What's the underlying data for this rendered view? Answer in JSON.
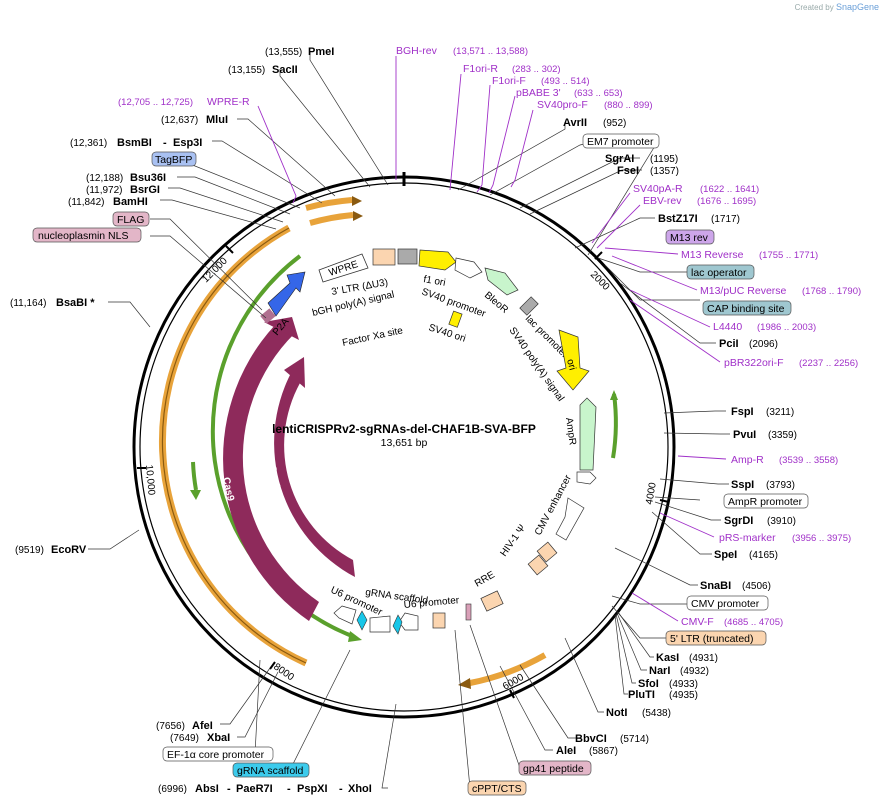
{
  "watermark": {
    "prefix": "Created by",
    "brand": "SnapGene"
  },
  "plasmid": {
    "name": "lentiCRISPRv2-sgRNAs-del-CHAF1B-SVA-BFP",
    "size": "13,651 bp"
  },
  "ticks": [
    "2000",
    "4000",
    "6000",
    "8000",
    "10,000",
    "12,000"
  ],
  "sites": {
    "PmeI": {
      "name": "PmeI",
      "pos": "(13,555)"
    },
    "SacII": {
      "name": "SacII",
      "pos": "(13,155)"
    },
    "MluI": {
      "name": "MluI",
      "pos": "(12,637)"
    },
    "BsmBI": {
      "name": "BsmBI",
      "pos": "(12,361)"
    },
    "Esp3I": {
      "name": "Esp3I"
    },
    "Bsu36I": {
      "name": "Bsu36I",
      "pos": "(12,188)"
    },
    "BsrGI": {
      "name": "BsrGI",
      "pos": "(11,972)"
    },
    "BamHI": {
      "name": "BamHI",
      "pos": "(11,842)"
    },
    "BsaBI": {
      "name": "BsaBI *",
      "pos": "(11,164)"
    },
    "EcoRV": {
      "name": "EcoRV",
      "pos": "(9519)"
    },
    "AfeI": {
      "name": "AfeI",
      "pos": "(7656)"
    },
    "XbaI": {
      "name": "XbaI",
      "pos": "(7649)"
    },
    "AbsI": {
      "name": "AbsI",
      "pos": "(6996)"
    },
    "PaeR7I": {
      "name": "PaeR7I"
    },
    "PspXI": {
      "name": "PspXI"
    },
    "XhoI": {
      "name": "XhoI"
    },
    "AvrII": {
      "name": "AvrII",
      "pos": "(952)"
    },
    "SgrAI": {
      "name": "SgrAI",
      "pos": "(1195)"
    },
    "FseI": {
      "name": "FseI",
      "pos": "(1357)"
    },
    "BstZ17I": {
      "name": "BstZ17I",
      "pos": "(1717)"
    },
    "PciI": {
      "name": "PciI",
      "pos": "(2096)"
    },
    "FspI": {
      "name": "FspI",
      "pos": "(3211)"
    },
    "PvuI": {
      "name": "PvuI",
      "pos": "(3359)"
    },
    "SspI": {
      "name": "SspI",
      "pos": "(3793)"
    },
    "SgrDI": {
      "name": "SgrDI",
      "pos": "(3910)"
    },
    "SpeI": {
      "name": "SpeI",
      "pos": "(4165)"
    },
    "SnaBI": {
      "name": "SnaBI",
      "pos": "(4506)"
    },
    "KasI": {
      "name": "KasI",
      "pos": "(4931)"
    },
    "NarI": {
      "name": "NarI",
      "pos": "(4932)"
    },
    "SfoI": {
      "name": "SfoI",
      "pos": "(4933)"
    },
    "PluTI": {
      "name": "PluTI",
      "pos": "(4935)"
    },
    "NotI": {
      "name": "NotI",
      "pos": "(5438)"
    },
    "BbvCI": {
      "name": "BbvCI",
      "pos": "(5714)"
    },
    "AleI": {
      "name": "AleI",
      "pos": "(5867)"
    }
  },
  "primers": {
    "BGHrev": {
      "name": "BGH-rev",
      "pos": "(13,571 .. 13,588)"
    },
    "F1oriR": {
      "name": "F1ori-R",
      "pos": "(283 .. 302)"
    },
    "F1oriF": {
      "name": "F1ori-F",
      "pos": "(493 .. 514)"
    },
    "pBABE3": {
      "name": "pBABE 3'",
      "pos": "(633 .. 653)"
    },
    "SV40proF": {
      "name": "SV40pro-F",
      "pos": "(880 .. 899)"
    },
    "WPRER": {
      "name": "WPRE-R",
      "pos": "(12,705 .. 12,725)"
    },
    "SV40pAR": {
      "name": "SV40pA-R",
      "pos": "(1622 .. 1641)"
    },
    "EBVrev": {
      "name": "EBV-rev",
      "pos": "(1676 .. 1695)"
    },
    "M13Rev": {
      "name": "M13 Reverse",
      "pos": "(1755 .. 1771)"
    },
    "M13pUC": {
      "name": "M13/pUC Reverse",
      "pos": "(1768 .. 1790)"
    },
    "L4440": {
      "name": "L4440",
      "pos": "(1986 .. 2003)"
    },
    "pBR322": {
      "name": "pBR322ori-F",
      "pos": "(2237 .. 2256)"
    },
    "AmpR": {
      "name": "Amp-R",
      "pos": "(3539 .. 3558)"
    },
    "pRS": {
      "name": "pRS-marker",
      "pos": "(3956 .. 3975)"
    },
    "CMVF": {
      "name": "CMV-F",
      "pos": "(4685 .. 4705)"
    }
  },
  "boxes": {
    "TagBFP": "TagBFP",
    "FLAG": "FLAG",
    "nucleoplasmin": "nucleoplasmin NLS",
    "EM7": "EM7 promoter",
    "M13rev": "M13 rev",
    "lacop": "lac operator",
    "CAP": "CAP binding site",
    "AmpRprom": "AmpR promoter",
    "CMVprom": "CMV promoter",
    "LTR5": "5' LTR (truncated)",
    "EF1a": "EF-1α core promoter",
    "gRNAscaffold": "gRNA scaffold",
    "cPPT": "cPPT/CTS",
    "gp41": "gp41 peptide"
  },
  "features": {
    "WPRE": "WPRE",
    "LTR3": "3' LTR (ΔU3)",
    "bGH": "bGH poly(A) signal",
    "f1ori": "f1 ori",
    "SV40prom": "SV40 promoter",
    "BleoR": "BleoR",
    "FactorXa": "Factor Xa site",
    "SV40ori": "SV40 ori",
    "lacprom": "lac promoter",
    "SV40pA": "SV40 poly(A) signal",
    "ori": "ori",
    "AmpR": "AmpR",
    "CMVenh": "CMV enhancer",
    "HIV1": "HIV-1 Ψ",
    "RRE": "RRE",
    "U6a": "U6 promoter",
    "U6b": "U6 promoter",
    "gRNA": "gRNA scaffold",
    "Cas9a": "Cas9",
    "Cas9b": "Cas9",
    "P2A": "P2A"
  },
  "colors": {
    "cas9": "#8e2a5b",
    "p2a_bfp": "#3566e8",
    "orange": "#e8a33a",
    "green": "#5aa02c",
    "ori": "#ffef00",
    "ampR": "#c8f5cc",
    "ltr": "#fbd5b0",
    "grey": "#aaaaaa",
    "cyan": "#18c6e8",
    "primer": "#a030c8"
  }
}
